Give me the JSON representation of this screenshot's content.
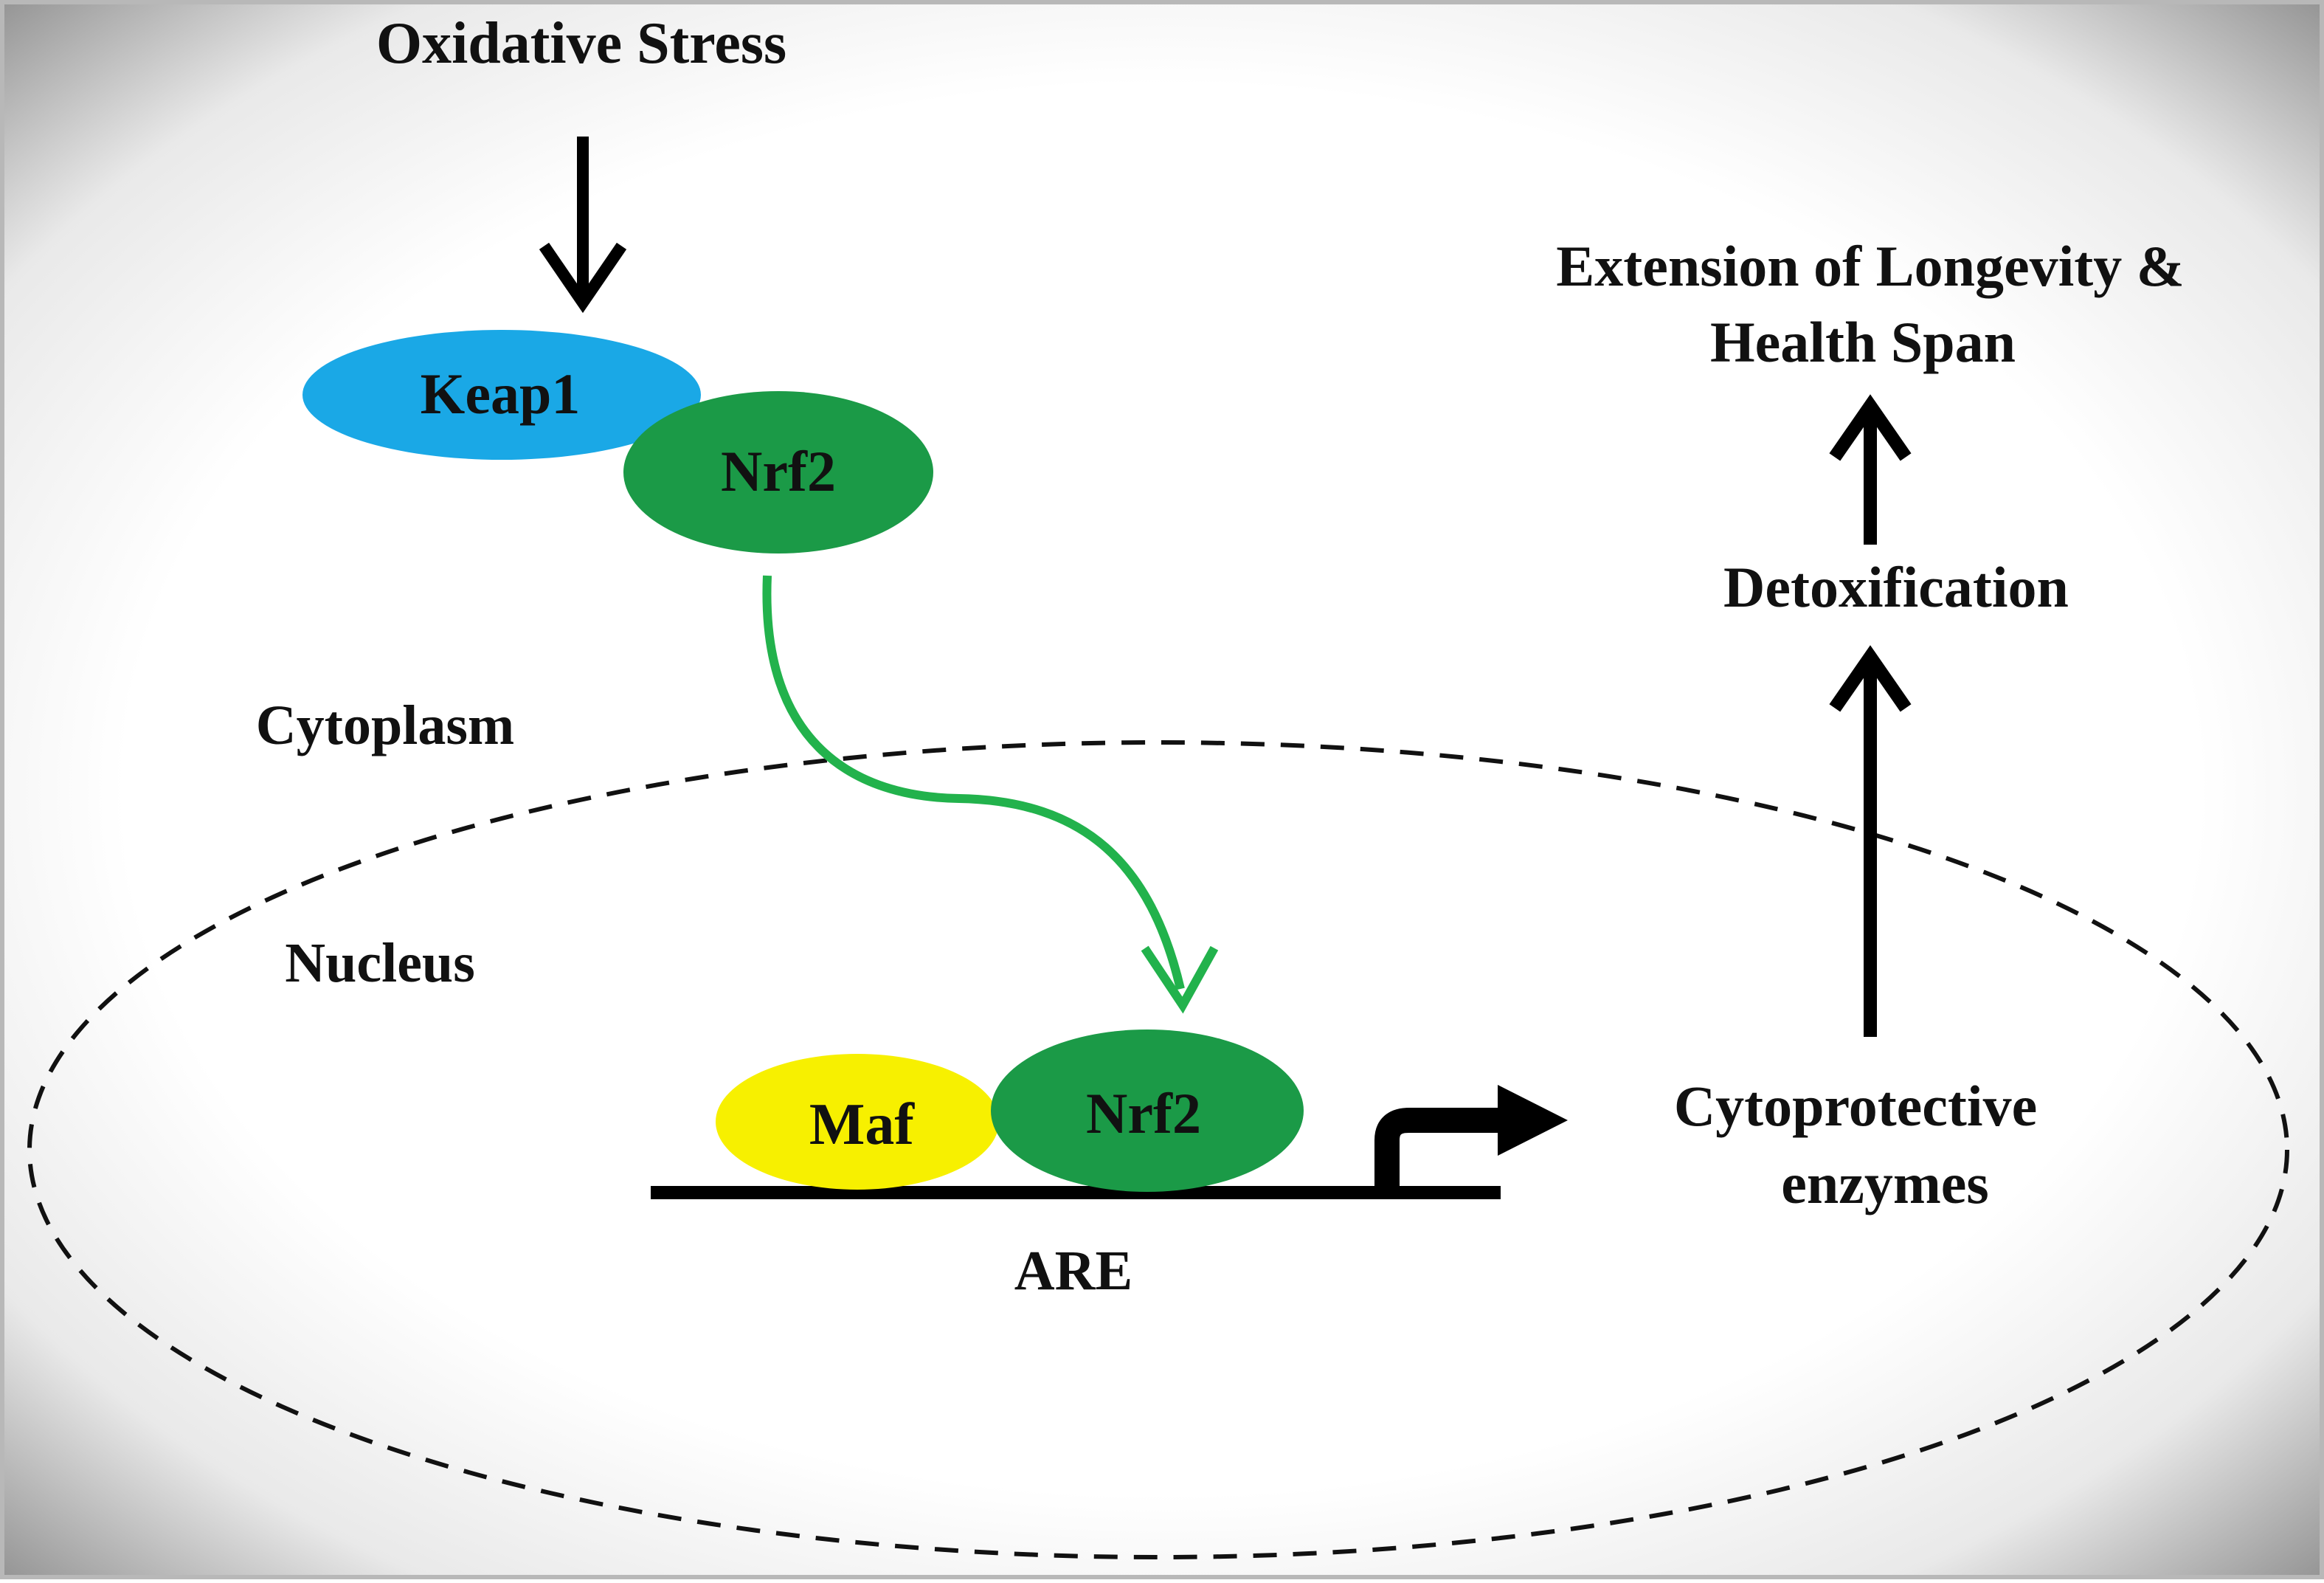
{
  "labels": {
    "oxidative_stress": "Oxidative Stress",
    "keap1": "Keap1",
    "nrf2_cytoplasm": "Nrf2",
    "cytoplasm": "Cytoplasm",
    "nucleus": "Nucleus",
    "maf": "Maf",
    "nrf2_nucleus": "Nrf2",
    "are": "ARE",
    "cytoprotective_line1": "Cytoprotective",
    "cytoprotective_line2": "enzymes",
    "detoxification": "Detoxification",
    "longevity_line1": "Extension of Longevity &",
    "longevity_line2": "Health Span"
  },
  "colors": {
    "keap1": "#1aa8e6",
    "nrf2": "#1b9a47",
    "maf": "#f7f000",
    "translocation_arrow": "#22b24c",
    "line": "#000000",
    "vignette_edge": "#8a8a8a",
    "frame_border": "#b8b8b8"
  }
}
